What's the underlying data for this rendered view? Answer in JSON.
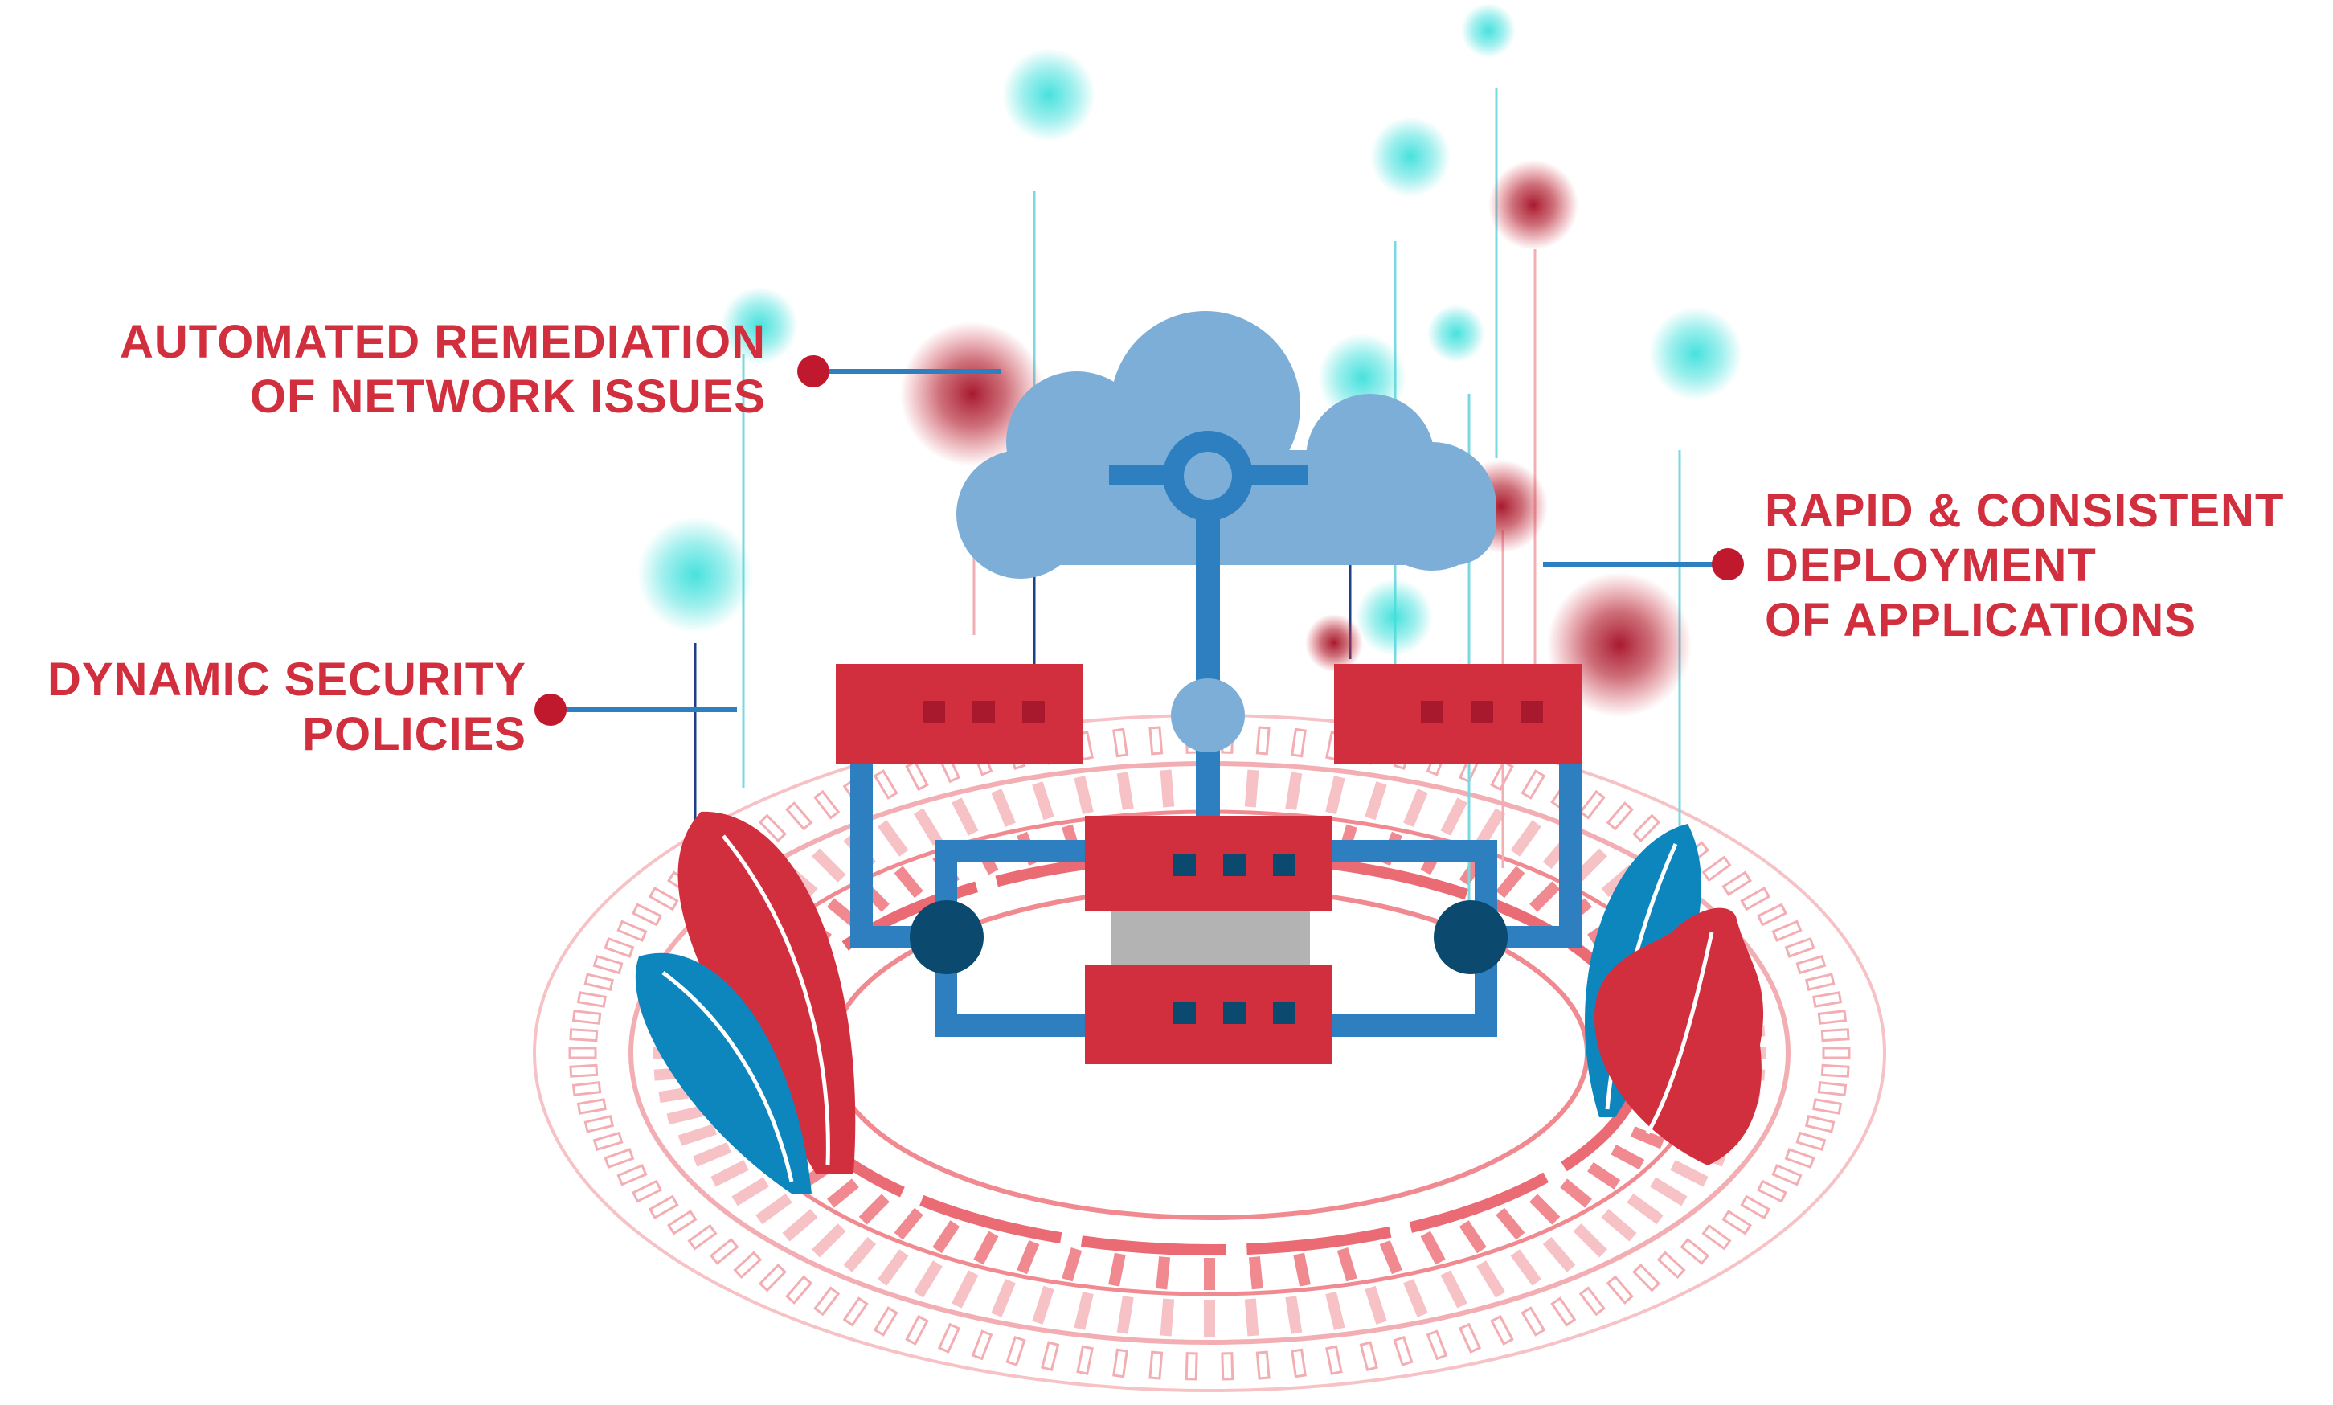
{
  "callouts": {
    "automated": {
      "line1": "AUTOMATED REMEDIATION",
      "line2": "OF NETWORK ISSUES"
    },
    "security": {
      "line1": "DYNAMIC SECURITY",
      "line2": "POLICIES"
    },
    "rapid": {
      "line1": "RAPID & CONSISTENT",
      "line2": "DEPLOYMENT",
      "line3": "OF APPLICATIONS"
    }
  },
  "colors": {
    "red": "#d22f3e",
    "dark_red": "#a8192e",
    "blue": "#2d7fbf",
    "cloud": "#7daed7",
    "navy": "#0b4a6e",
    "cyan": "#3ee0dc",
    "gray": "#b3b3b3",
    "ring": "#f08a90"
  },
  "icons": [
    "cloud-icon",
    "server-icon",
    "leaf-icon",
    "glow-dot-icon"
  ]
}
